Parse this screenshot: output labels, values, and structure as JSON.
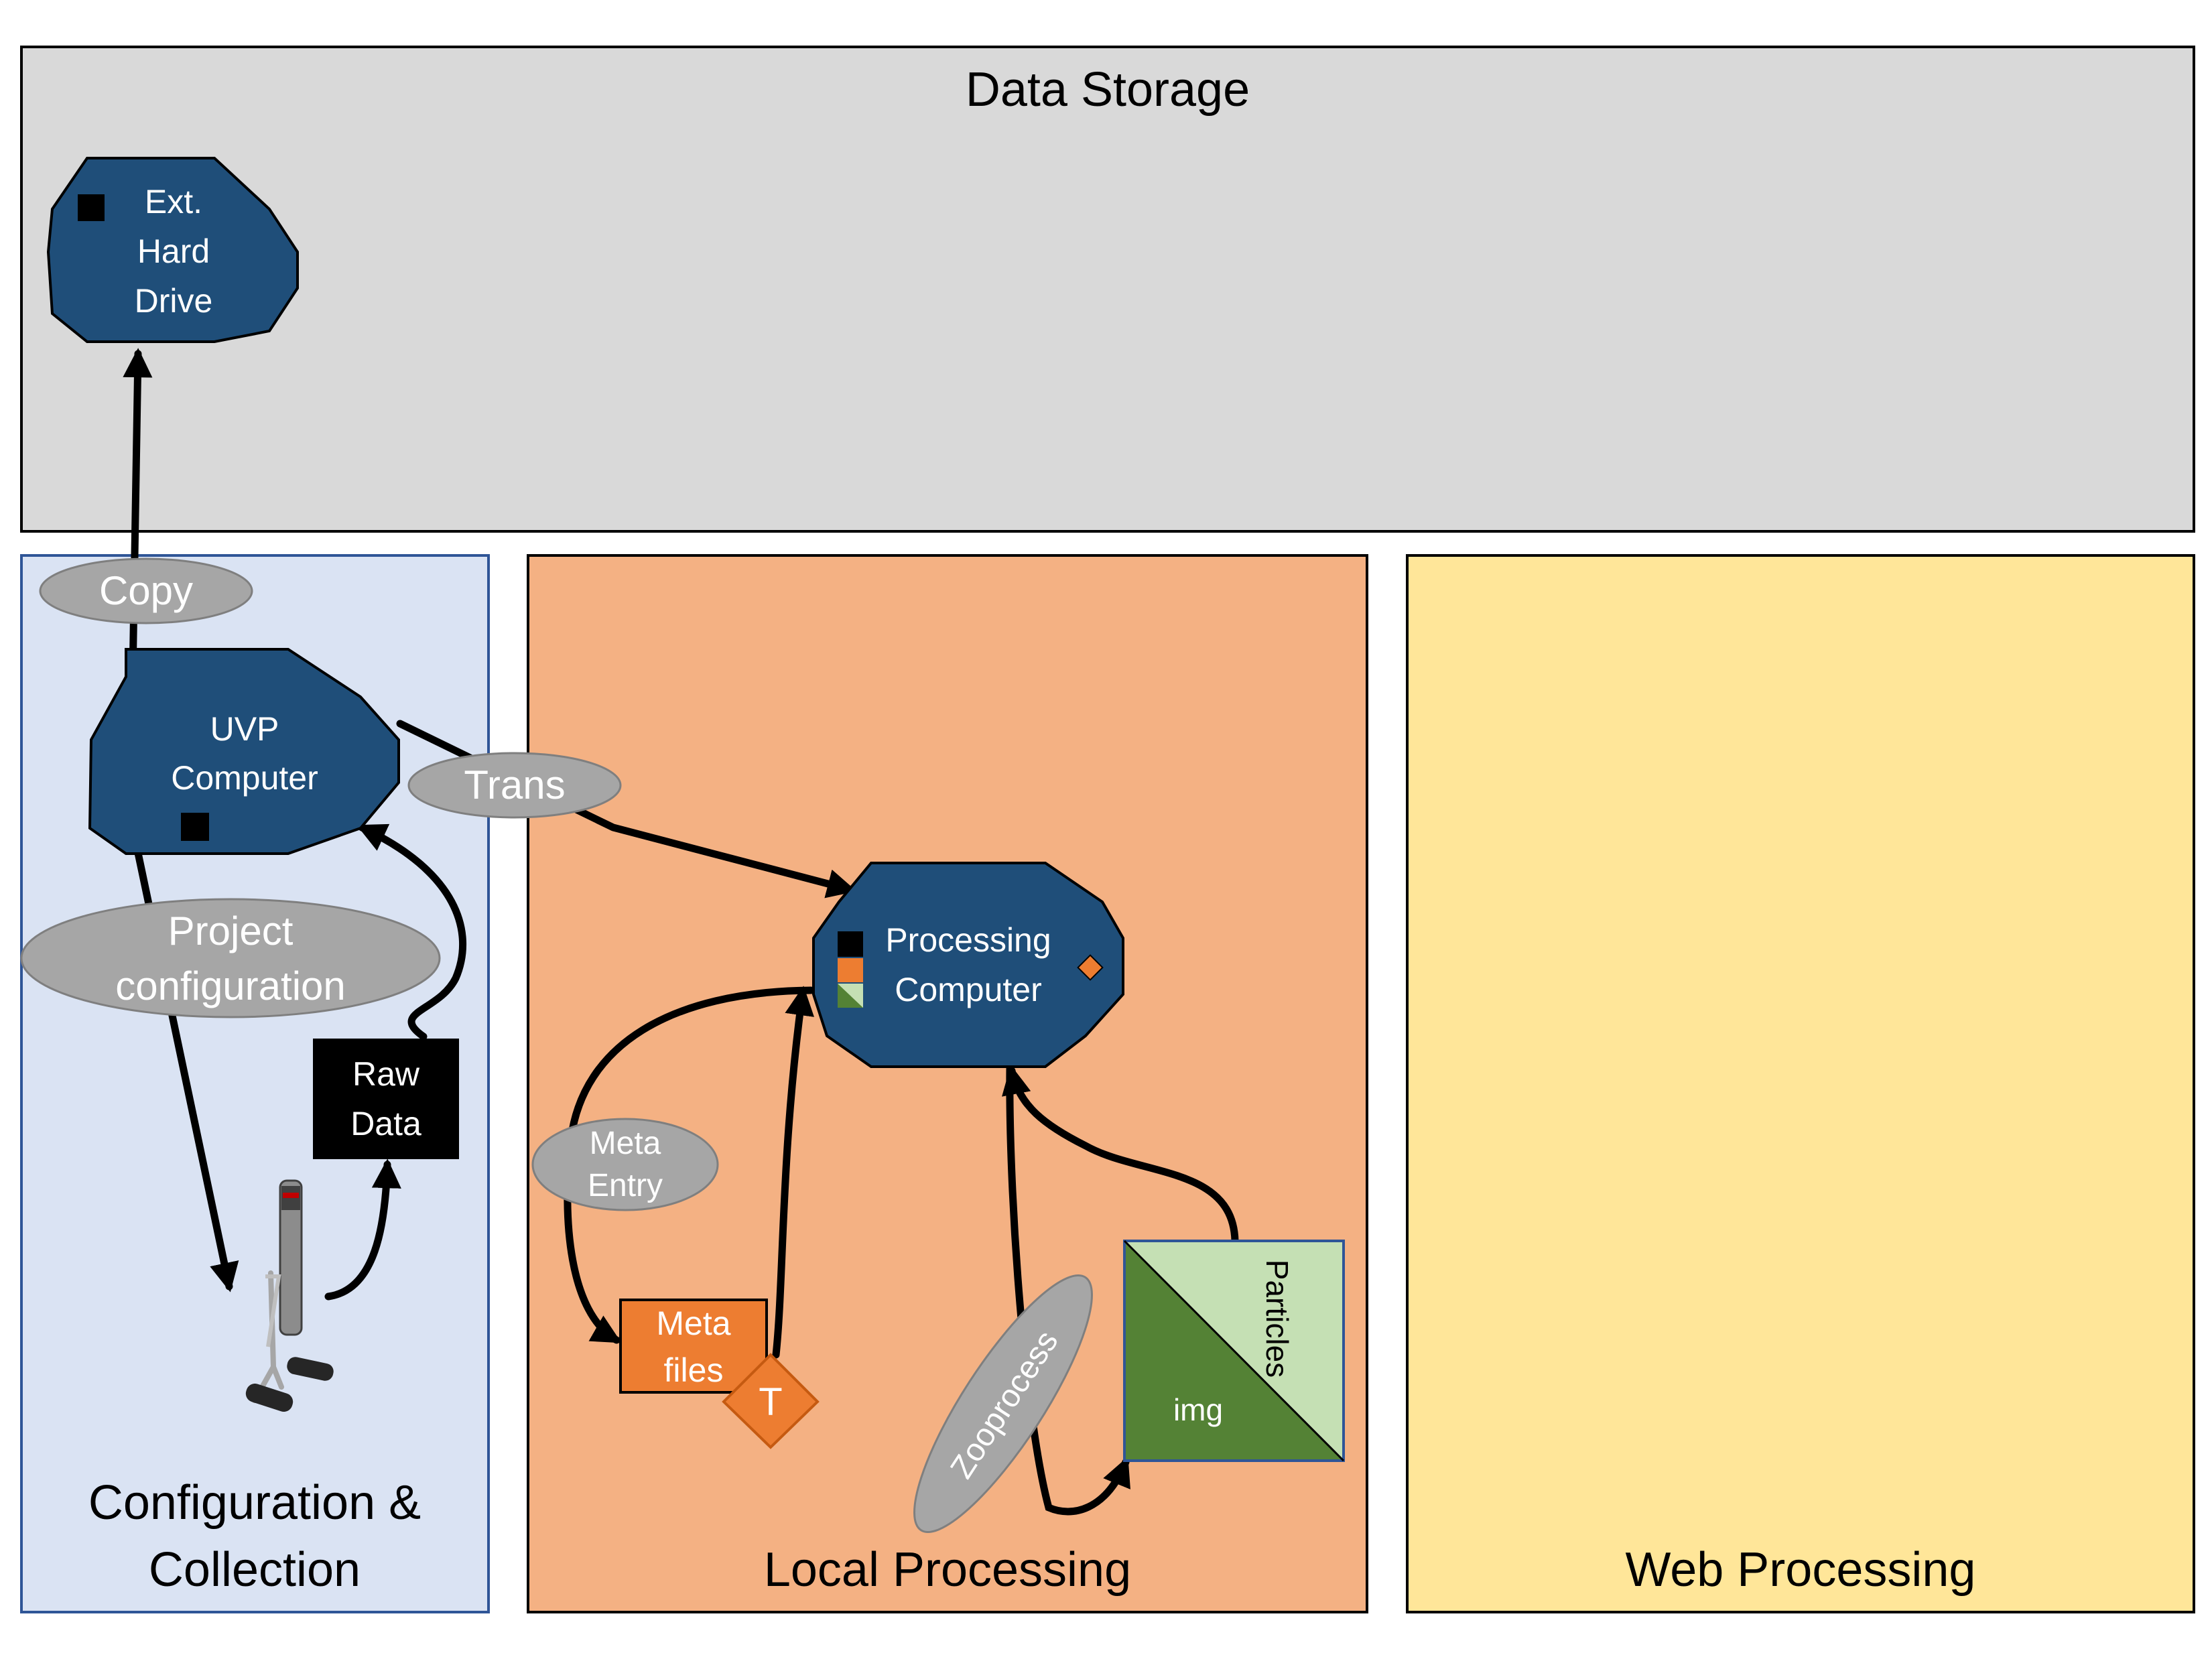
{
  "zones": {
    "data_storage": {
      "title": "Data Storage",
      "color": "#d9d9d9"
    },
    "config_collection": {
      "title_line1": "Configuration &",
      "title_line2": "Collection",
      "color": "#dae3f3"
    },
    "local_processing": {
      "title": "Local Processing",
      "color": "#f4b183"
    },
    "web_processing": {
      "title": "Web Processing",
      "color": "#ffe699"
    }
  },
  "nodes": {
    "ext_hard_drive": {
      "lines": [
        "Ext.",
        "Hard",
        "Drive"
      ],
      "color": "#1f4e79"
    },
    "uvp_computer": {
      "lines": [
        "UVP",
        "Computer"
      ],
      "color": "#1f4e79"
    },
    "processing_computer": {
      "lines": [
        "Processing",
        "Computer"
      ],
      "color": "#1f4e79"
    },
    "raw_data": {
      "lines": [
        "Raw",
        "Data"
      ],
      "color": "#000000"
    },
    "meta_files": {
      "lines": [
        "Meta",
        "files"
      ],
      "color": "#ed7d31"
    },
    "meta_files_tag": "T",
    "particles_img": {
      "upper_label": "Particles",
      "lower_label": "img",
      "upper_color": "#c5e0b4",
      "lower_color": "#548235"
    }
  },
  "actions": {
    "copy": "Copy",
    "trans": "Trans",
    "project_configuration": [
      "Project",
      "configuration"
    ],
    "meta_entry": [
      "Meta",
      "Entry"
    ],
    "zooprocess": "Zooprocess",
    "oval_color": "#a6a6a6"
  },
  "instrument": {
    "icon": "uvp-instrument-icon"
  }
}
